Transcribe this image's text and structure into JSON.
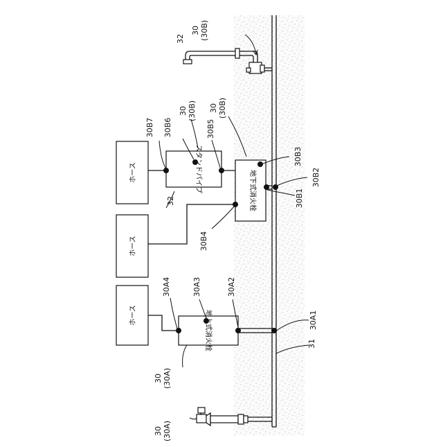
{
  "figure": {
    "labels": {
      "ground_hydrant_top": [
        "30",
        "(30B)"
      ],
      "pipe_32_top": "32",
      "underground_ref": [
        "30",
        "(30B)"
      ],
      "standpipe_ref": [
        "30",
        "(30B)"
      ],
      "b7": "30B7",
      "b6": "30B6",
      "b5": "30B5",
      "b4": "30B4",
      "b3": "30B3",
      "b2": "30B2",
      "b1": "30B1",
      "standpipe_32": "32",
      "a4": "30A4",
      "a3": "30A3",
      "a2": "30A2",
      "a1": "30A1",
      "main_31": "31",
      "aboveground_ref": [
        "30",
        "(30A)"
      ],
      "bottom_ref": [
        "30",
        "(30A)"
      ]
    },
    "boxes": {
      "hose_1": "ホース",
      "hose_2": "ホース",
      "hose_3": "ホース",
      "standpipe": "スタンドパイプ",
      "underground_hydrant": "地下式消火栓",
      "aboveground_hydrant": "地上式消火栓"
    }
  }
}
